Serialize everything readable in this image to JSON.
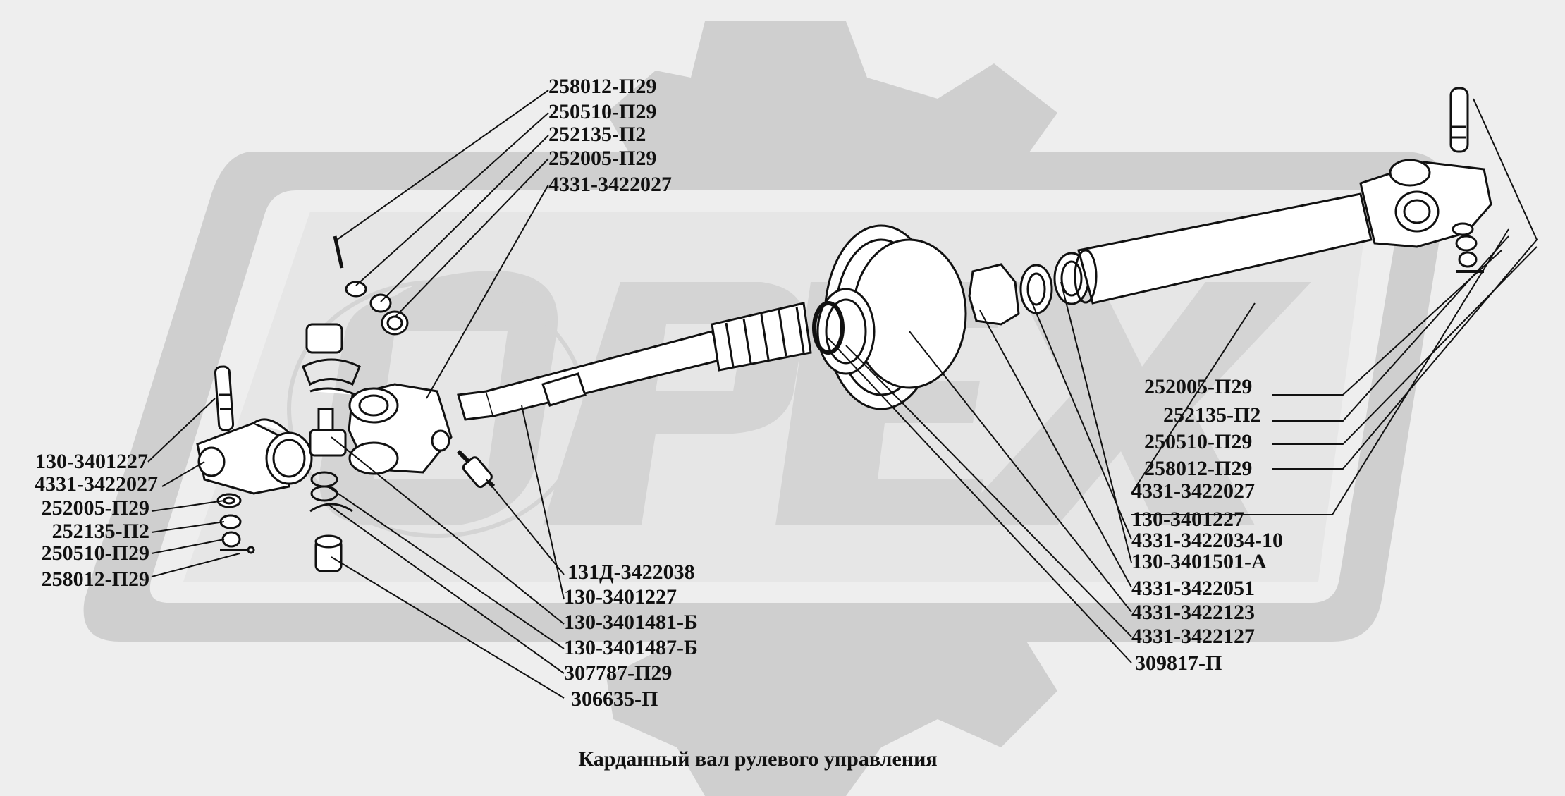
{
  "caption": "Карданный вал рулевого управления",
  "watermark_letters": [
    "О",
    "Р",
    "Е",
    "Х"
  ],
  "colors": {
    "background": "#eeeeee",
    "watermark": "#cfcfcf",
    "ink": "#111111",
    "part_fill": "#ffffff"
  },
  "labels": {
    "top_left": [
      "258012-П29",
      "250510-П29",
      "252135-П2",
      "252005-П29",
      "4331-3422027"
    ],
    "left": [
      "130-3401227",
      "4331-3422027",
      "252005-П29",
      "252135-П2",
      "250510-П29",
      "258012-П29"
    ],
    "bottom_center": [
      "131Д-3422038",
      "130-3401227",
      "130-3401481-Б",
      "130-3401487-Б",
      "307787-П29",
      "306635-П"
    ],
    "right_upper": [
      "252005-П29",
      "252135-П2",
      "250510-П29",
      "258012-П29"
    ],
    "right_lower": [
      "4331-3422027",
      "130-3401227",
      "4331-3422034-10",
      "130-3401501-А",
      "4331-3422051",
      "4331-3422123",
      "4331-3422127"
    ],
    "right_bottom": [
      "309817-П"
    ]
  }
}
